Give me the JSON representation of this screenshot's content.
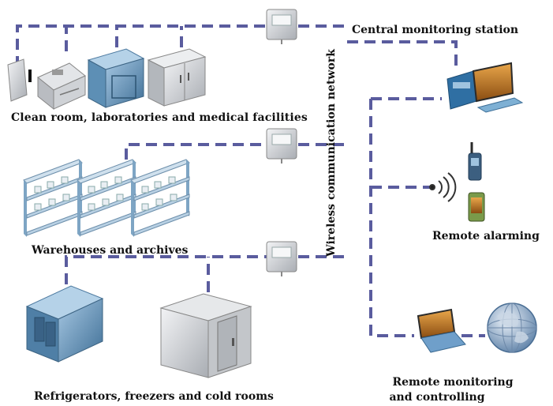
{
  "labels": {
    "central_station": "Central monitoring station",
    "clean_room": "Clean room, laboratories and medical facilities",
    "warehouses": "Warehouses and archives",
    "cold_rooms": "Refrigerators, freezers and cold rooms",
    "remote_alarming": "Remote alarming",
    "remote_monitoring_line1": "Remote monitoring",
    "remote_monitoring_line2": "and controlling",
    "network": "Wireless communication network"
  },
  "colors": {
    "network_line": "#5a5c9e",
    "equipment_steel": "#d6d8db",
    "equipment_blue": "#5d8fb5",
    "shelf_blue": "#9cbfd8",
    "monitor_blue": "#2f6fa3"
  },
  "icons": [
    "data-logger-icon",
    "wall-sensor-icon",
    "lab-cabinet-icon",
    "incubator-icon",
    "stainless-cabinet-icon",
    "shelf-rack-icon",
    "refrigerator-icon",
    "cold-room-icon",
    "desktop-computer-icon",
    "wireless-signal-icon",
    "walkie-talkie-icon",
    "mobile-phone-icon",
    "laptop-icon",
    "globe-icon"
  ]
}
